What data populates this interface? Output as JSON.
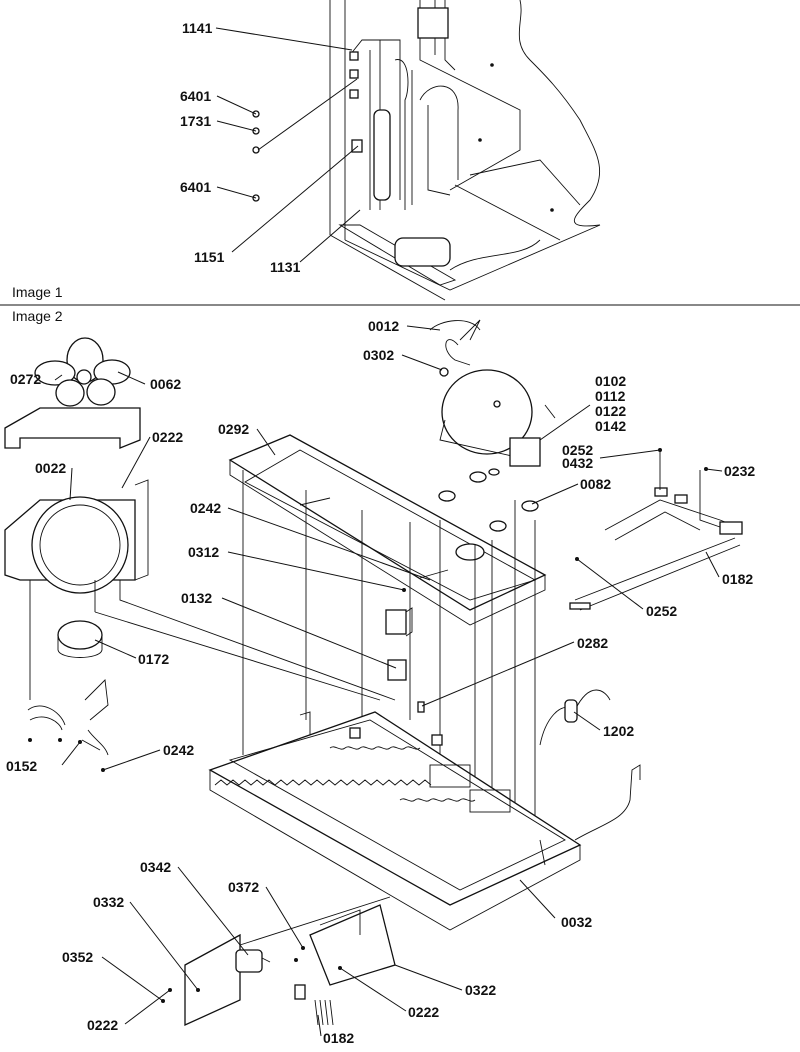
{
  "captions": {
    "image1": "Image 1",
    "image2": "Image 2"
  },
  "image1_labels": [
    "1141",
    "6401",
    "1731",
    "6401",
    "1151",
    "1131"
  ],
  "image2_labels": [
    "0012",
    "0302",
    "0102",
    "0112",
    "0122",
    "0142",
    "0272",
    "0062",
    "0222",
    "0292",
    "0022",
    "0252",
    "0432",
    "0232",
    "0082",
    "0242",
    "0312",
    "0182",
    "0252",
    "0132",
    "0172",
    "0282",
    "1202",
    "0152",
    "0242",
    "0342",
    "0372",
    "0332",
    "0032",
    "0352",
    "0322",
    "0222",
    "0222",
    "0182"
  ]
}
